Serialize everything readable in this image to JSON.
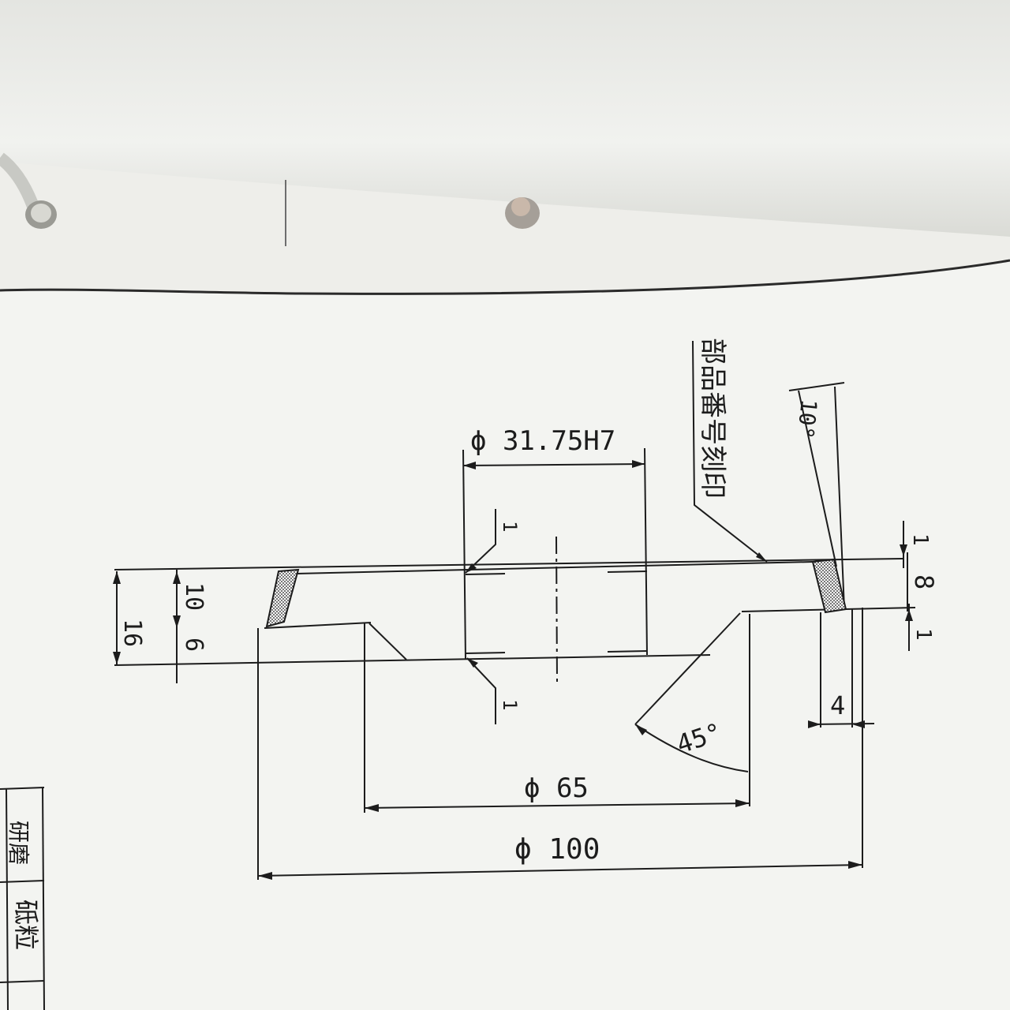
{
  "drawing": {
    "labels": {
      "bore_diameter": "ϕ 31.75H7",
      "part_number_note": "部品番号刻印",
      "taper_angle": "10°",
      "chamfer_top": "1",
      "chamfer_bottom": "1",
      "dim_1_top": "1",
      "dim_8": "8",
      "dim_1_bottom": "1",
      "dim_10": "10",
      "dim_6": "6",
      "dim_16": "16",
      "dim_4": "4",
      "angle_45": "45°",
      "diameter_65": "ϕ 65",
      "diameter_100": "ϕ 100"
    },
    "table": {
      "cell_grit": "砥粒",
      "cell_partial": "研磨"
    }
  },
  "colors": {
    "paper": "#f3f4f1",
    "ink": "#1c1c1c",
    "backdrop": "#eeeeea"
  }
}
